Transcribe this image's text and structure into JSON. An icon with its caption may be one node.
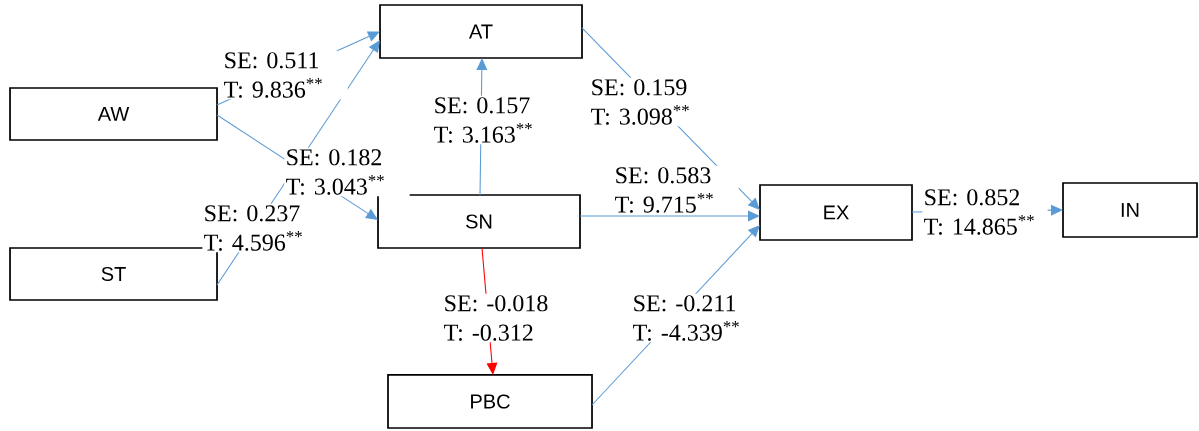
{
  "diagram": {
    "nodes": [
      {
        "text": [
          "AT"
        ]
      },
      {
        "text": [
          "AW"
        ]
      },
      {
        "text": [
          "SN"
        ]
      },
      {
        "text": [
          "EX"
        ]
      },
      {
        "text": [
          "IN"
        ]
      },
      {
        "text": [
          "ST"
        ]
      },
      {
        "text": [
          "PBC"
        ]
      }
    ],
    "edges": [
      {
        "from": 1,
        "to": 0,
        "arrow": "to",
        "label": "SE: 0.511 T: 9.836$^{**}$"
      },
      {
        "from": 1,
        "to": 2,
        "arrow": "to",
        "label": "SE: 0.182 T: 3.043$^{**}$"
      },
      {
        "from": 5,
        "to": 0,
        "arrow": "to",
        "label": "SE: 0.237 T: 4.596$^{**}$"
      },
      {
        "from": 2,
        "to": 0,
        "arrow": "to",
        "label": "SE: 0.157 T: 3.163$^{**}$"
      },
      {
        "from": 0,
        "to": 3,
        "arrow": "to",
        "label": "SE: 0.159 T: 3.098$^{**}$"
      },
      {
        "from": 2,
        "to": 3,
        "arrow": "to",
        "label": "SE: 0.583 T: 9.715$^{**}$"
      },
      {
        "from": 2,
        "to": 6,
        "arrow": "to",
        "label": "SE: -0.018 T: -0.312",
        "color": "#ff0000"
      },
      {
        "from": 6,
        "to": 3,
        "arrow": "to",
        "label": "SE: -0.211 T: -4.339$^{**}$"
      },
      {
        "from": 3,
        "to": 4,
        "arrow": "to",
        "label": "SE: 0.852 T: 14.865$^{**}$"
      }
    ]
  }
}
